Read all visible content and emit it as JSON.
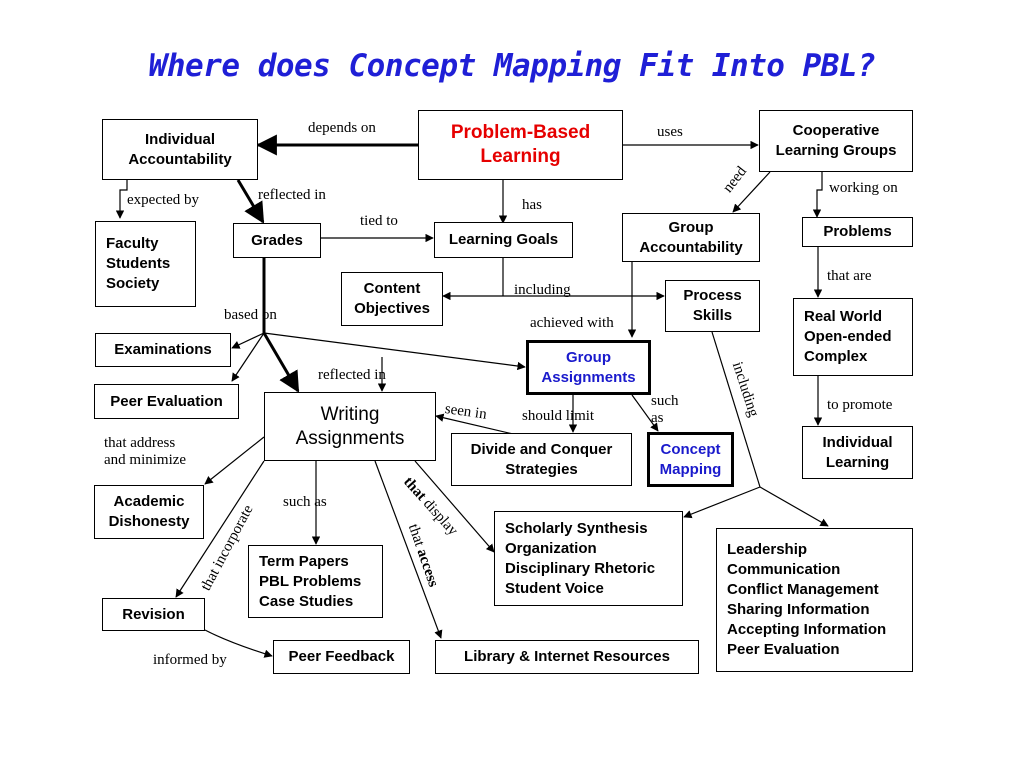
{
  "title": "Where does Concept Mapping Fit Into PBL?",
  "nodes": {
    "pbl": "Problem-Based\nLearning",
    "individual_accountability": "Individual\nAccountability",
    "cooperative_learning_groups": "Cooperative\nLearning Groups",
    "faculty_students_society": "Faculty\nStudents\nSociety",
    "grades": "Grades",
    "learning_goals": "Learning Goals",
    "group_accountability": "Group\nAccountability",
    "problems": "Problems",
    "content_objectives": "Content\nObjectives",
    "process_skills": "Process\nSkills",
    "real_world": "Real World\nOpen-ended\nComplex",
    "examinations": "Examinations",
    "group_assignments": "Group\nAssignments",
    "peer_evaluation": "Peer Evaluation",
    "writing_assignments": "Writing\nAssignments",
    "divide_and_conquer": "Divide and Conquer\nStrategies",
    "concept_mapping": "Concept\nMapping",
    "individual_learning": "Individual\nLearning",
    "academic_dishonesty": "Academic\nDishonesty",
    "scholarly_synthesis": "Scholarly Synthesis\nOrganization\nDisciplinary Rhetoric\nStudent Voice",
    "leadership": "Leadership\nCommunication\nConflict Management\nSharing Information\nAccepting Information\nPeer Evaluation",
    "term_papers": "Term Papers\nPBL Problems\nCase Studies",
    "revision": "Revision",
    "peer_feedback": "Peer Feedback",
    "library_resources": "Library & Internet Resources"
  },
  "links": {
    "depends_on": "depends on",
    "uses": "uses",
    "expected_by": "expected by",
    "reflected_in_1": "reflected in",
    "has": "has",
    "need": "need",
    "working_on": "working on",
    "tied_to": "tied  to",
    "including_1": "including",
    "that_are": "that are",
    "based_on": "based   on",
    "achieved_with": "achieved with",
    "reflected_in_2": "reflected  in",
    "seen_in": "seen in",
    "should_limit": "should  limit",
    "such_as_1": "such\n   as",
    "including_2": "including",
    "to_promote": "to promote",
    "that_address": "that address\nand minimize",
    "such_as_2": "such   as",
    "that_incorporate": "that incorporate",
    "that_display_1": "that",
    "that_display_2": " display",
    "that_access_1": "that ",
    "that_access_2": "access",
    "informed_by": "informed by"
  },
  "colors": {
    "title": "#1f1fd6",
    "root_text": "#e60000",
    "highlight_text": "#1a1acc"
  }
}
